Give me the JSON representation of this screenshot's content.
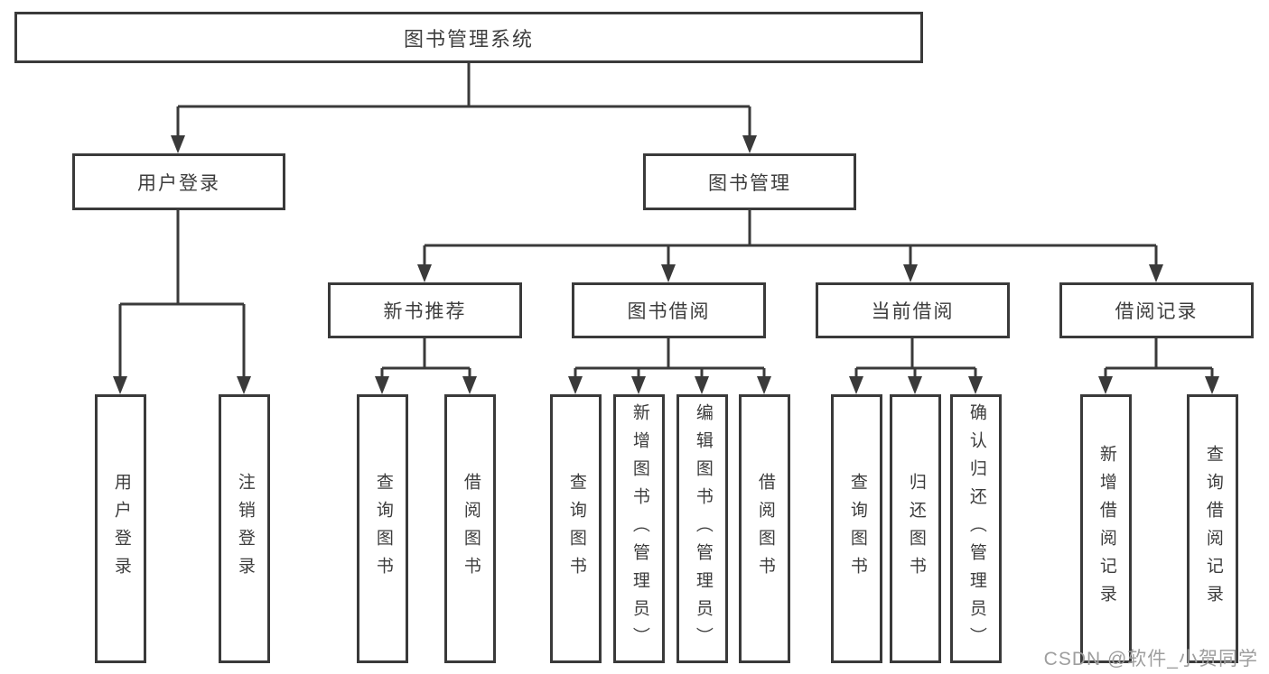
{
  "root": "图书管理系统",
  "level2": {
    "user_login": "用户登录",
    "book_management": "图书管理"
  },
  "level3": {
    "new_book_recommend": "新书推荐",
    "book_borrow": "图书借阅",
    "current_borrow": "当前借阅",
    "borrow_records": "借阅记录"
  },
  "leaves": {
    "user_login": "用户登录",
    "logout": "注销登录",
    "recommend_query_books": "查询图书",
    "recommend_borrow_books": "借阅图书",
    "borrow_query_books": "查询图书",
    "borrow_add_books_admin": "新增图书（管理员）",
    "borrow_edit_books_admin": "编辑图书（管理员）",
    "borrow_borrow_books": "借阅图书",
    "current_query_books": "查询图书",
    "current_return_books": "归还图书",
    "current_confirm_return_admin": "确认归还（管理员）",
    "records_add_record": "新增借阅记录",
    "records_query_record": "查询借阅记录"
  },
  "watermark": "CSDN @软件_小贺同学",
  "colors": {
    "line": "#3a3a3a",
    "text": "#3d3d3d",
    "watermark": "#9e9e9e",
    "background": "#ffffff"
  }
}
